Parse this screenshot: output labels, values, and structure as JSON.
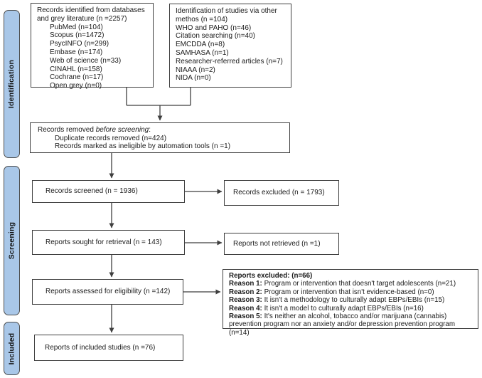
{
  "diagram": {
    "type": "prisma-flow",
    "colors": {
      "phase_fill": "#A9C7E8",
      "phase_border": "#4d4d4d",
      "box_border": "#3f3f3f",
      "connector": "#3f3f3f"
    },
    "sidebar": {
      "phases": [
        {
          "label": "Identification"
        },
        {
          "label": "Screening"
        },
        {
          "label": "Included"
        }
      ]
    },
    "boxes": {
      "databases": {
        "title": "Records identified from databases and grey literature (n =2257)",
        "items": [
          "PubMed (n=104)",
          "Scopus (n=1472)",
          "PsycINFO (n=299)",
          "Embase (n=174)",
          "Web of science (n=33)",
          "CINAHL (n=158)",
          "Cochrane (n=17)",
          "Open grey (n=0)"
        ]
      },
      "other_methods": {
        "title": "Identification of studies via other methos (n =104)",
        "items": [
          "WHO and PAHO (n=46)",
          "Citation searching (n=40)",
          "EMCDDA (n=8)",
          "SAMHASA (n=1)",
          "Researcher-referred articles (n=7)",
          "NIAAA (n=2)",
          "NIDA (n=0)"
        ]
      },
      "removed": {
        "title_prefix": "Records removed ",
        "title_italic": "before screening",
        "title_suffix": ":",
        "items": [
          "Duplicate records removed (n=424)",
          "Records marked as ineligible by automation tools (n =1)"
        ]
      },
      "screened": {
        "label": "Records screened (n = 1936)"
      },
      "records_excluded": {
        "label": "Records excluded (n = 1793)"
      },
      "sought": {
        "label": "Reports sought for retrieval (n = 143)"
      },
      "not_retrieved": {
        "label": "Reports not retrieved (n =1)"
      },
      "assessed": {
        "label": "Reports assessed for eligibility (n =142)"
      },
      "reports_excluded": {
        "title": "Reports excluded: (n=66)",
        "reasons": [
          {
            "label": "Reason 1:",
            "text": "Program or intervention that doesn't target adolescents (n=21)"
          },
          {
            "label": "Reason 2:",
            "text": "Program or intervention that isn't evidence-based (n=0)"
          },
          {
            "label": "Reason 3:",
            "text": "It isn't a methodology to culturally adapt EBPs/EBIs (n=15)"
          },
          {
            "label": "Reason 4:",
            "text": "It isn't a model to culturally adapt EBPs/EBIs (n=16)"
          },
          {
            "label": "Reason 5:",
            "text": "It's neither an alcohol, tobacco and/or marijuana (cannabis) prevention program nor an anxiety and/or depression prevention program (n=14)"
          }
        ]
      },
      "included_reports": {
        "label": "Reports of included studies (n =76)"
      }
    }
  }
}
